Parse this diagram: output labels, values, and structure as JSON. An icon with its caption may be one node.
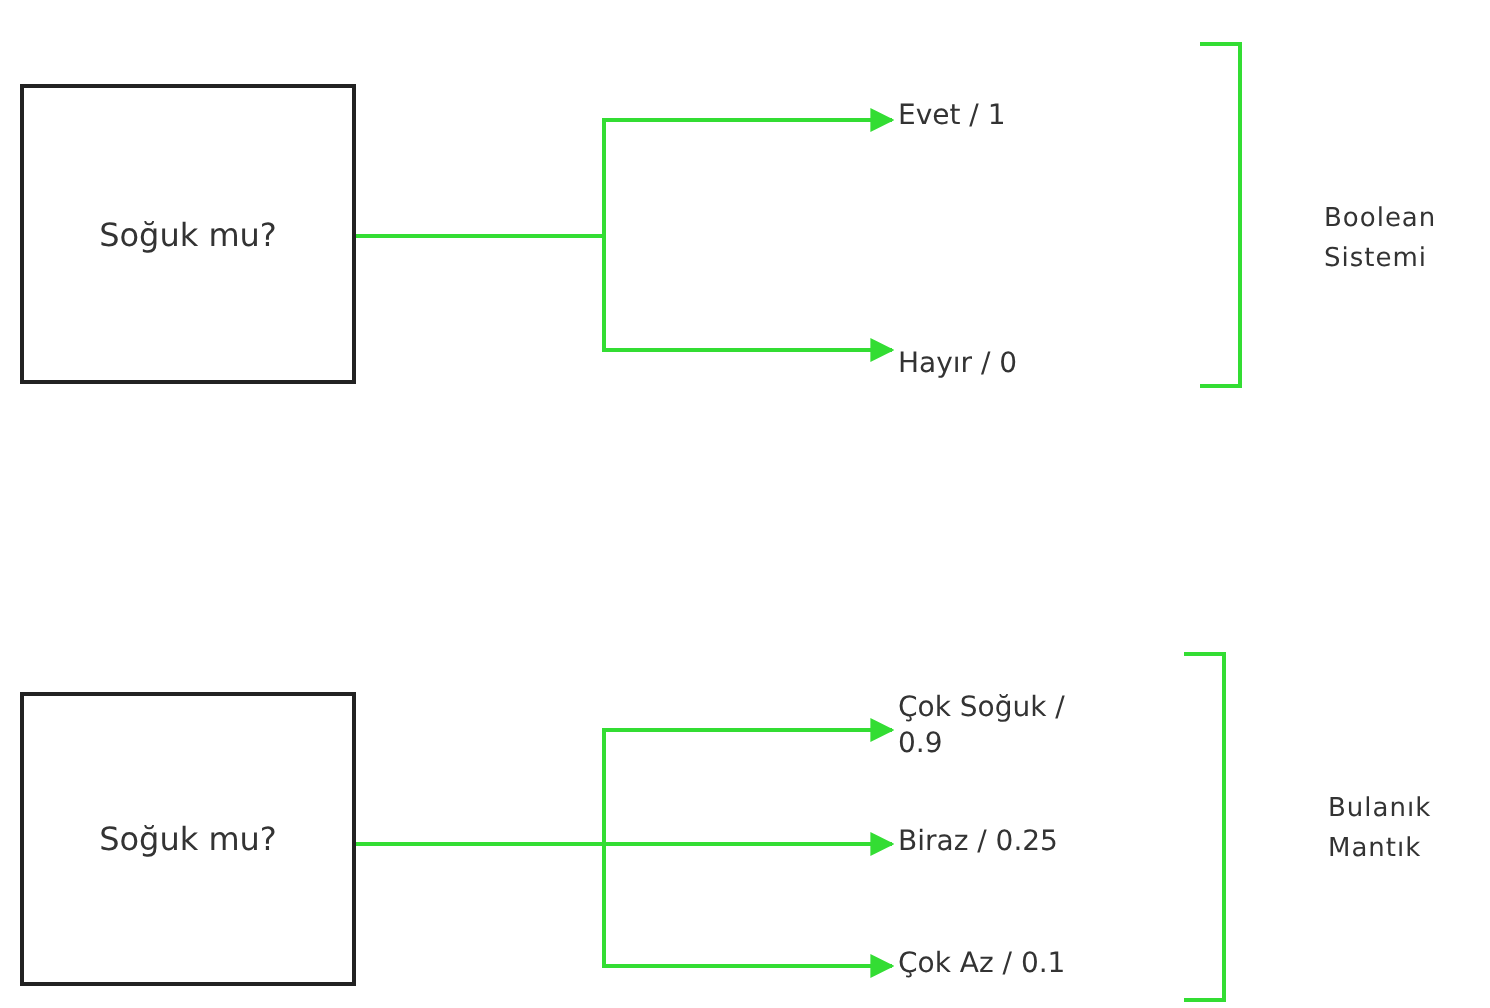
{
  "diagram": {
    "nodes": [
      {
        "text": [
          "Soğuk mu?"
        ]
      },
      {
        "text": [
          "Evet / 1"
        ]
      },
      {
        "text": [
          "Hayır / 0"
        ]
      },
      {
        "text": [
          "Soğuk mu?"
        ]
      },
      {
        "text": [
          "Çok Soğuk / 0.9"
        ]
      },
      {
        "text": [
          "Biraz / 0.25"
        ]
      },
      {
        "text": [
          "Çok Az / 0.1"
        ]
      }
    ],
    "edges": [
      {
        "from": 0,
        "to": 1,
        "arrow": "to"
      },
      {
        "from": 0,
        "to": 2,
        "arrow": "to"
      },
      {
        "from": 3,
        "to": 4,
        "arrow": "to"
      },
      {
        "from": 3,
        "to": 5,
        "arrow": "to"
      },
      {
        "from": 3,
        "to": 6,
        "arrow": "to"
      }
    ],
    "labels": [
      "Boolean Sistemi",
      "Bulanık Mantık"
    ]
  }
}
